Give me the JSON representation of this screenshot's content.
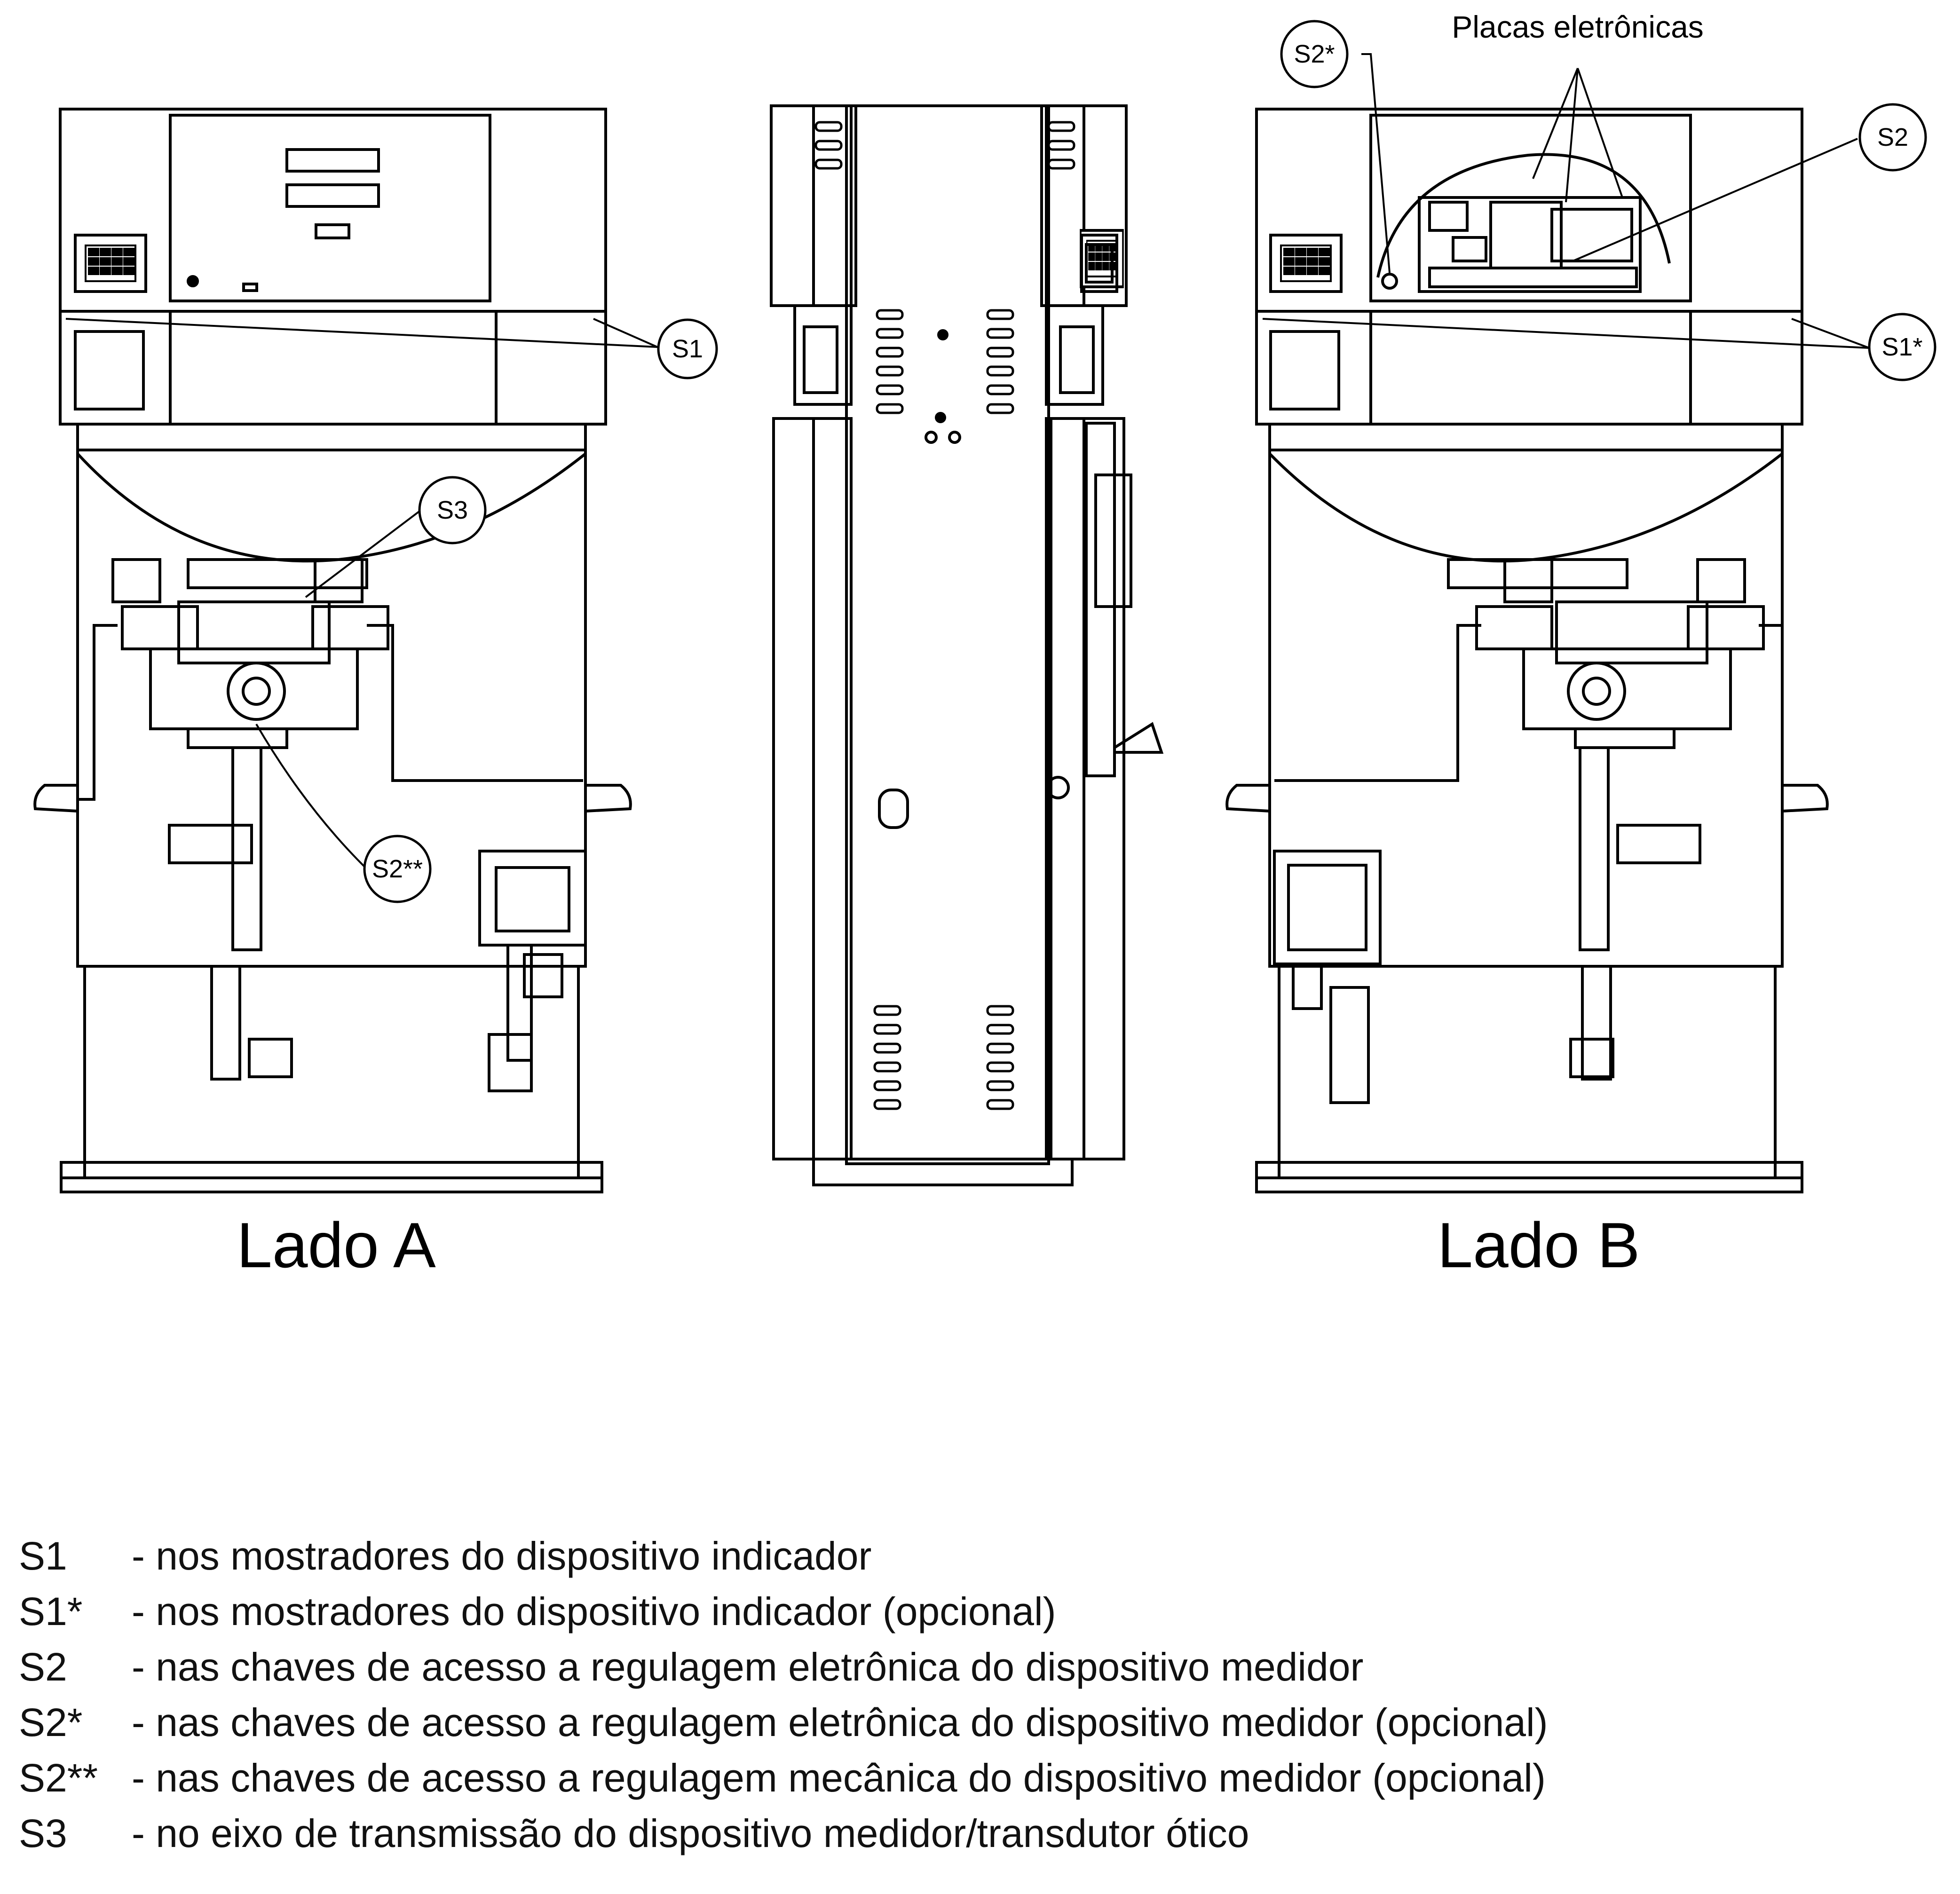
{
  "callouts": {
    "s1": "S1",
    "s1_star": "S1*",
    "s2": "S2",
    "s2_star": "S2*",
    "s2_dstar": "S2**",
    "s3": "S3"
  },
  "top_label": "Placas eletrônicas",
  "views": {
    "side_a": "Lado A",
    "side_b": "Lado B"
  },
  "legend": [
    {
      "code": "S1",
      "text": "- nos mostradores do dispositivo indicador"
    },
    {
      "code": "S1*",
      "text": "- nos mostradores do dispositivo indicador (opcional)"
    },
    {
      "code": "S2",
      "text": "- nas chaves de acesso a regulagem eletrônica do dispositivo medidor"
    },
    {
      "code": "S2*",
      "text": "- nas chaves de acesso a regulagem eletrônica do dispositivo medidor (opcional)"
    },
    {
      "code": "S2**",
      "text": "- nas chaves de acesso a regulagem mecânica do dispositivo medidor (opcional)"
    },
    {
      "code": "S3",
      "text": "- no eixo de transmissão do dispositivo medidor/transdutor ótico"
    }
  ]
}
